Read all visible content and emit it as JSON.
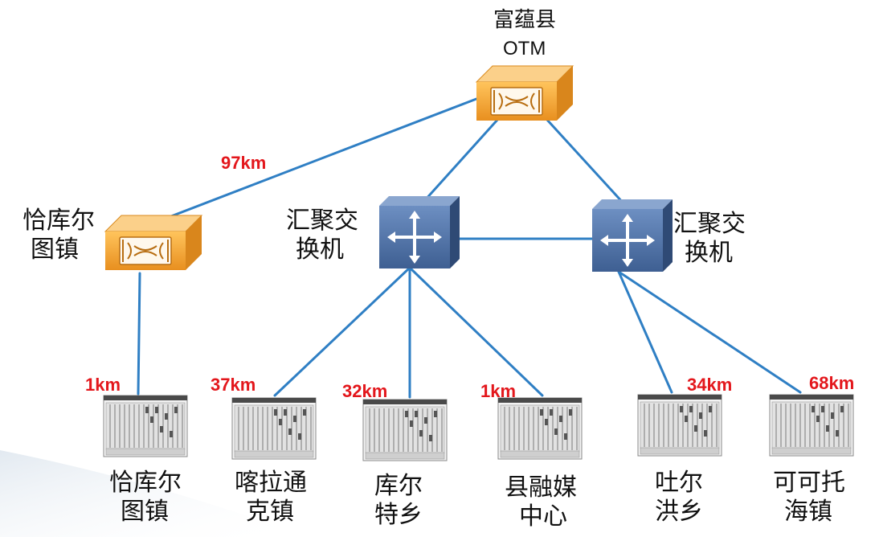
{
  "otm_top": {
    "name": "富蕴县",
    "sub": "OTM"
  },
  "otm_left": {
    "line1": "恰库尔",
    "line2": "图镇"
  },
  "switch_left": {
    "line1": "汇聚交",
    "line2": "换机"
  },
  "switch_right": {
    "line1": "汇聚交",
    "line2": "换机"
  },
  "links": {
    "top_to_left_otm": "97km",
    "left_otm_to_site1": "1km",
    "switch_to_site2": "37km",
    "switch_to_site3": "32km",
    "switch_to_site4": "1km",
    "switch_to_site5": "34km",
    "switch_to_site6": "68km"
  },
  "sites": [
    {
      "line1": "恰库尔",
      "line2": "图镇"
    },
    {
      "line1": "喀拉通",
      "line2": "克镇"
    },
    {
      "line1": "库尔",
      "line2": "特乡"
    },
    {
      "line1": "县融媒",
      "line2": "中心"
    },
    {
      "line1": "吐尔",
      "line2": "洪乡"
    },
    {
      "line1": "可可托",
      "line2": "海镇"
    }
  ],
  "colors": {
    "link": "#2f7fc4",
    "distance": "#e3171c",
    "otm": "#f2a73b",
    "switch": "#4d6fa0"
  }
}
